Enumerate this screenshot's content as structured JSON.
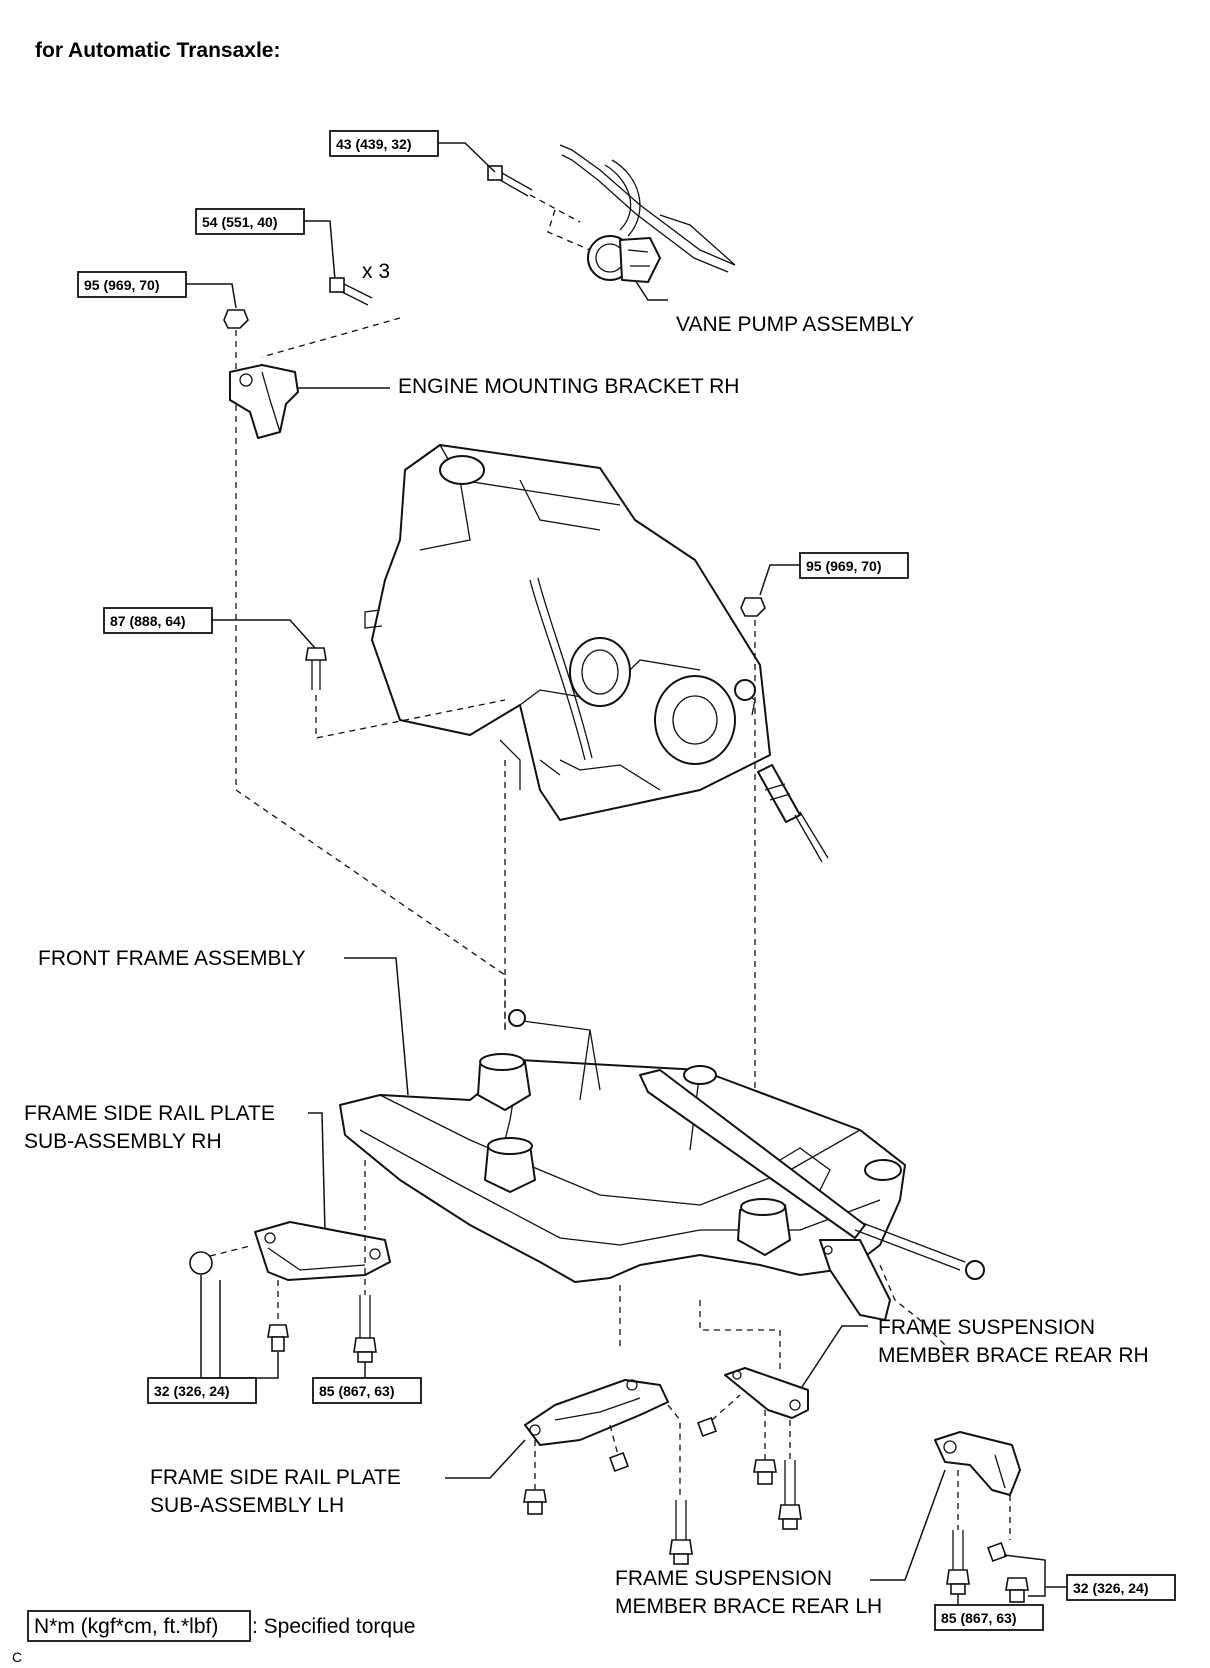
{
  "title": "for Automatic Transaxle:",
  "parts": {
    "vane_pump": "VANE PUMP ASSEMBLY",
    "engine_mount_rh": "ENGINE MOUNTING BRACKET RH",
    "front_frame": "FRONT FRAME ASSEMBLY",
    "side_rail_rh_1": "FRAME SIDE RAIL PLATE",
    "side_rail_rh_2": "SUB-ASSEMBLY RH",
    "brace_rh_1": "FRAME SUSPENSION",
    "brace_rh_2": "MEMBER BRACE REAR RH",
    "side_rail_lh_1": "FRAME SIDE RAIL PLATE",
    "side_rail_lh_2": "SUB-ASSEMBLY LH",
    "brace_lh_1": "FRAME SUSPENSION",
    "brace_lh_2": "MEMBER BRACE REAR LH"
  },
  "quantity": "x 3",
  "torques": {
    "t1": "43 (439, 32)",
    "t2": "54 (551, 40)",
    "t3": "95 (969, 70)",
    "t4": "95 (969, 70)",
    "t5": "87 (888, 64)",
    "t6": "32 (326, 24)",
    "t7": "85 (867, 63)",
    "t8": "32 (326, 24)",
    "t9": "85 (867, 63)"
  },
  "legend": {
    "box": "N*m (kgf*cm, ft.*lbf)",
    "text": ": Specified torque"
  },
  "footer": "C"
}
